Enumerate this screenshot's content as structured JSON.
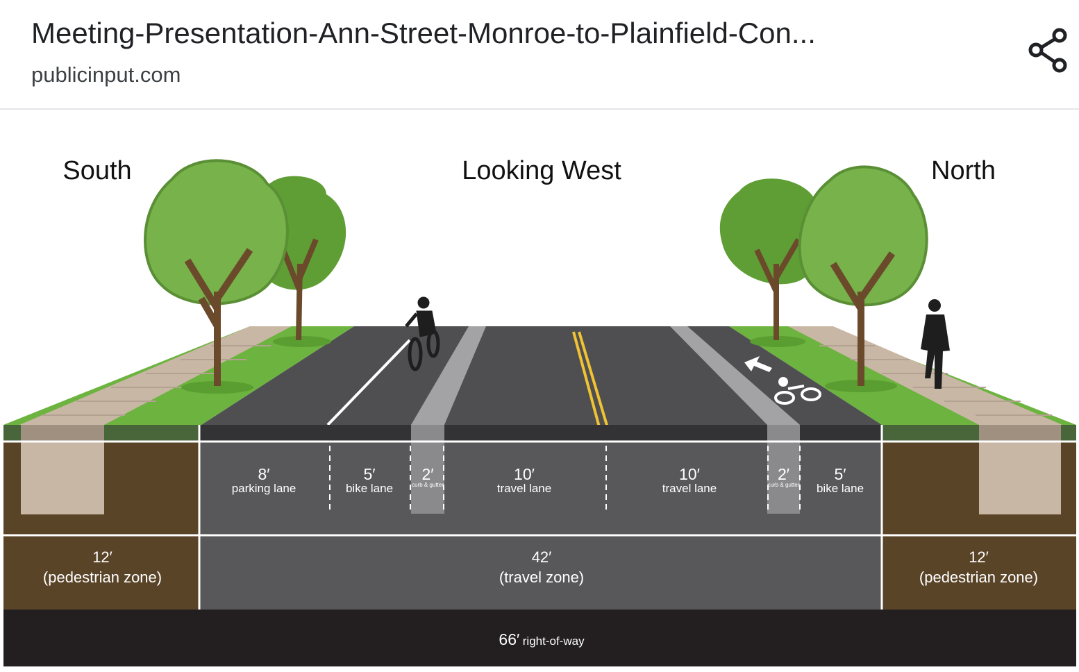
{
  "header": {
    "title": "Meeting-Presentation-Ann-Street-Monroe-to-Plainfield-Con...",
    "source": "publicinput.com",
    "share_icon": "share-icon"
  },
  "diagram": {
    "south": "South",
    "center": "Looking West",
    "north": "North",
    "lanes": [
      {
        "width": "8′",
        "label": "parking lane"
      },
      {
        "width": "5′",
        "label": "bike lane"
      },
      {
        "width": "2′",
        "label": "curb & gutter"
      },
      {
        "width": "10′",
        "label": "travel lane"
      },
      {
        "width": "10′",
        "label": "travel lane"
      },
      {
        "width": "2′",
        "label": "curb & gutter"
      },
      {
        "width": "5′",
        "label": "bike lane"
      }
    ],
    "zones": [
      {
        "width": "12′",
        "label": "(pedestrian zone)"
      },
      {
        "width": "42′",
        "label": "(travel zone)"
      },
      {
        "width": "12′",
        "label": "(pedestrian zone)"
      }
    ],
    "row_total": "66′",
    "row_label": "right-of-way",
    "colors": {
      "asphalt": "#4f4f52",
      "grass": "#6db33f",
      "sidewalk": "#c9b7a6",
      "soil": "#5a4428",
      "curb": "#a3a3a5",
      "center_line": "#f1c232",
      "base": "#231f20"
    }
  }
}
